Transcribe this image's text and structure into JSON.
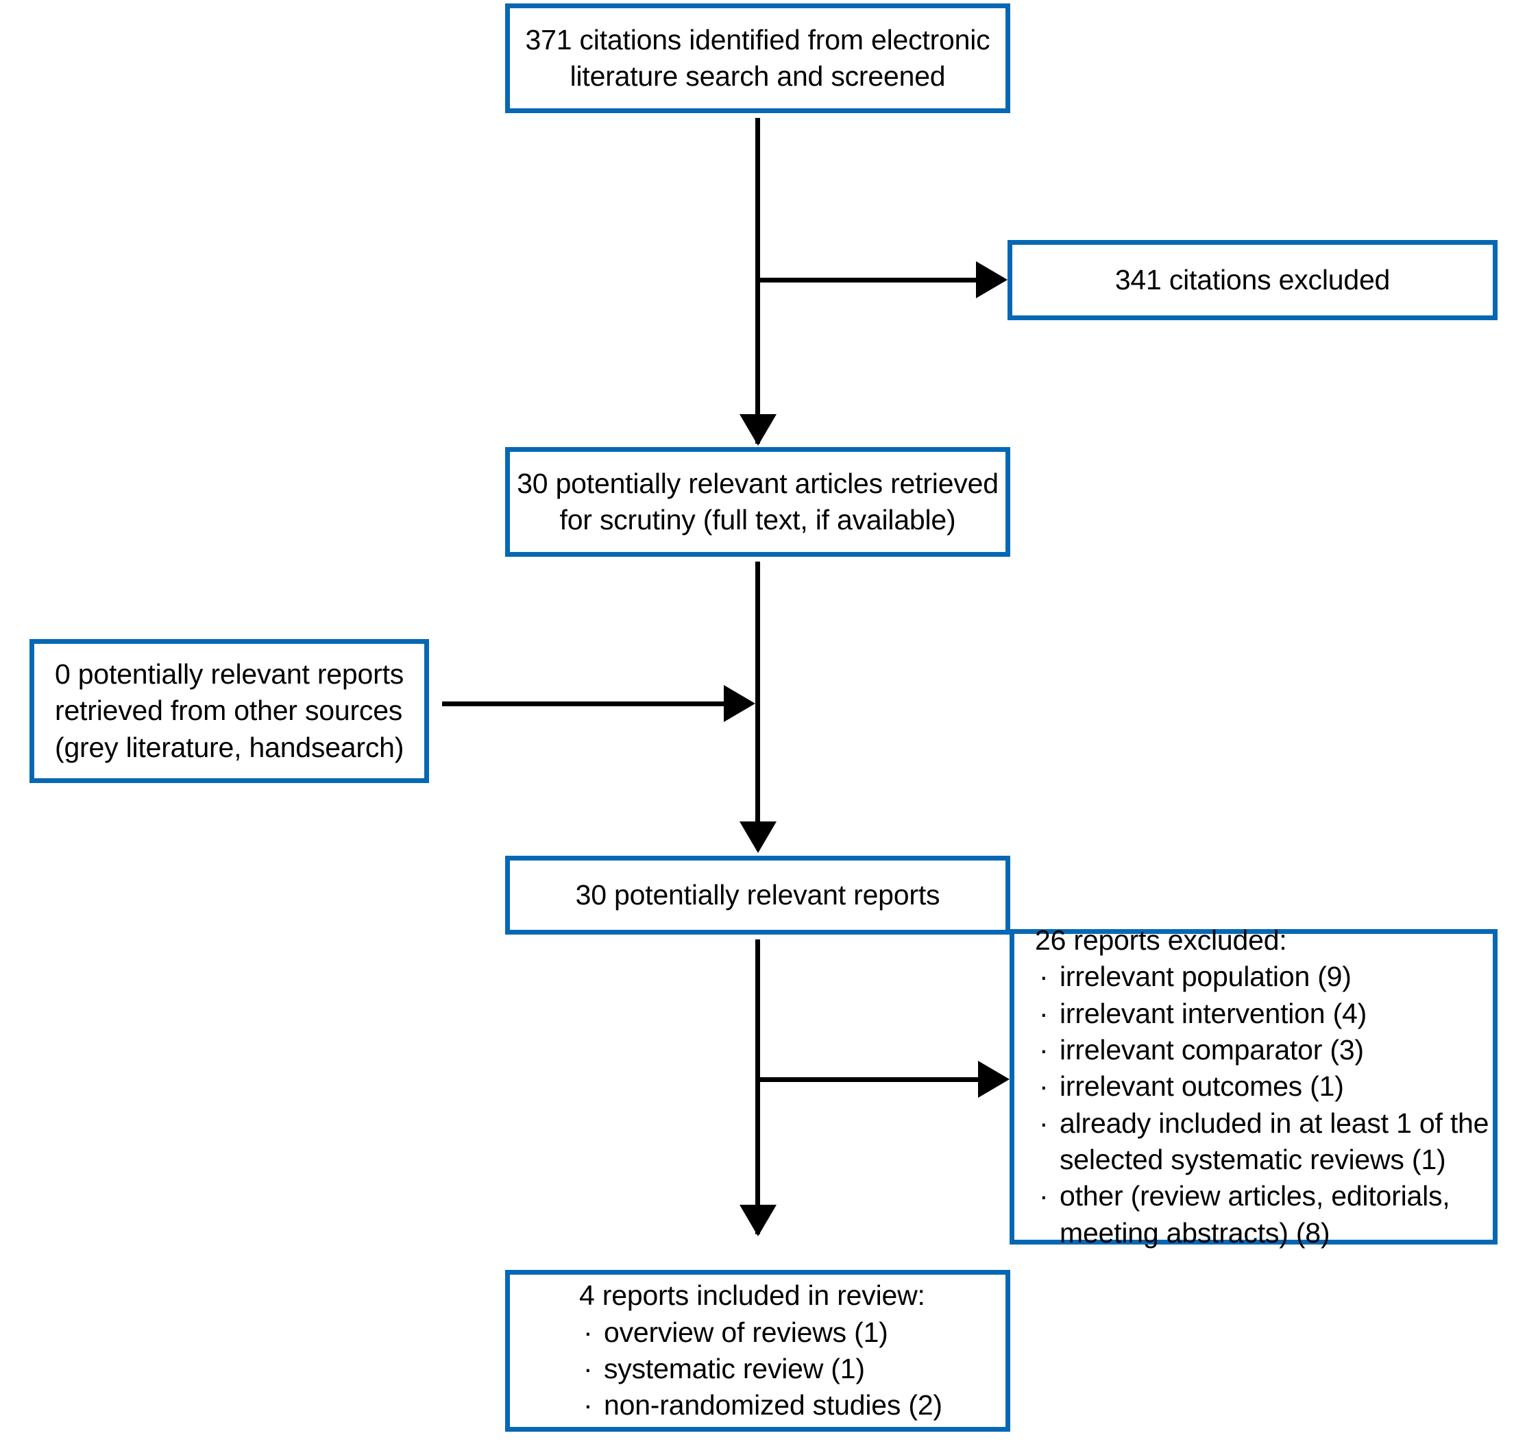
{
  "diagram": {
    "title": "PRISMA study selection flow diagram",
    "accent_color": "#0668b4",
    "connector_color": "#000000",
    "background_color": "#ffffff",
    "boxes": {
      "identified": {
        "line1": "371 citations identified from electronic",
        "line2": "literature search and screened"
      },
      "citations_excluded": {
        "line1": "341 citations excluded"
      },
      "articles_retrieved": {
        "line1": "30 potentially relevant articles retrieved",
        "line2": "for scrutiny (full text, if available)"
      },
      "other_sources": {
        "line1": "0 potentially relevant reports",
        "line2": "retrieved from other sources",
        "line3": "(grey literature, handsearch)"
      },
      "relevant_reports": {
        "line1": "30 potentially relevant reports"
      },
      "reports_excluded": {
        "heading": "26 reports excluded:",
        "items": [
          {
            "text": "irrelevant population (9)",
            "cont": ""
          },
          {
            "text": "irrelevant intervention (4)",
            "cont": ""
          },
          {
            "text": "irrelevant comparator (3)",
            "cont": ""
          },
          {
            "text": "irrelevant outcomes (1)",
            "cont": ""
          },
          {
            "text": "already included in at least 1 of the",
            "cont": "selected systematic reviews (1)"
          },
          {
            "text": "other (review articles, editorials,",
            "cont": "meeting abstracts) (8)"
          }
        ],
        "bullet_glyph": "·"
      },
      "reports_included": {
        "heading": "4 reports included in review:",
        "items": [
          {
            "text": "overview of reviews (1)"
          },
          {
            "text": "systematic review (1)"
          },
          {
            "text": "non-randomized studies (2)"
          }
        ],
        "bullet_glyph": "·"
      }
    }
  }
}
